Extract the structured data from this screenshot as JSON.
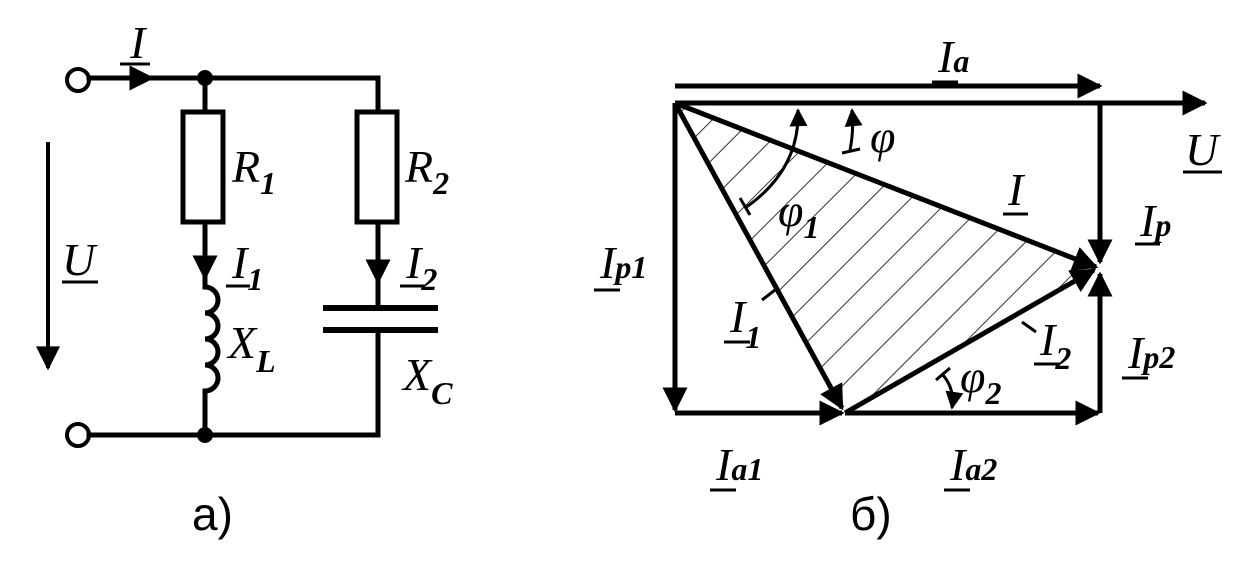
{
  "circuit": {
    "current_total": "I",
    "voltage": "U",
    "r1": {
      "base": "R",
      "sub": "1"
    },
    "r2": {
      "base": "R",
      "sub": "2"
    },
    "i1": {
      "base": "I",
      "sub": "1"
    },
    "i2": {
      "base": "I",
      "sub": "2"
    },
    "xl": {
      "base": "X",
      "sub": "L"
    },
    "xc": {
      "base": "X",
      "sub": "C"
    },
    "caption": "а)"
  },
  "phasor": {
    "ia": {
      "base": "I",
      "sub": "a"
    },
    "u": "U",
    "phi": "φ",
    "phi1": {
      "base": "φ",
      "sub": "1"
    },
    "i": "I",
    "ip": {
      "base": "I",
      "sub": "p"
    },
    "ip1": {
      "base": "I",
      "sub": "p1"
    },
    "i1": {
      "base": "I",
      "sub": "1"
    },
    "i2": {
      "base": "I",
      "sub": "2"
    },
    "phi2": {
      "base": "φ",
      "sub": "2"
    },
    "ip2": {
      "base": "I",
      "sub": "p2"
    },
    "ia1": {
      "base": "I",
      "sub": "a1"
    },
    "ia2": {
      "base": "I",
      "sub": "a2"
    },
    "caption": "б)"
  }
}
